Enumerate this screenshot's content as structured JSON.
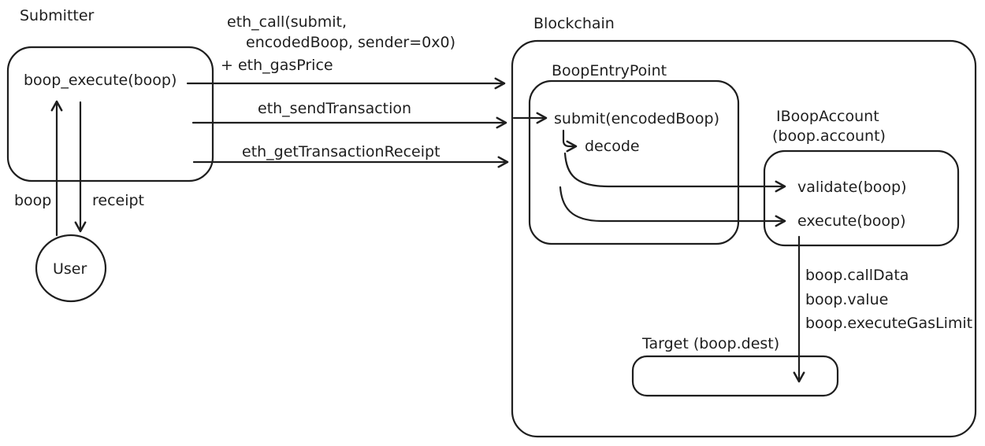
{
  "colors": {
    "ink": "#1e1e1e",
    "background": "#ffffff"
  },
  "nodes": {
    "submitter": {
      "title": "Submitter",
      "method": "boop_execute(boop)"
    },
    "user": {
      "label": "User"
    },
    "blockchain": {
      "title": "Blockchain"
    },
    "entrypoint": {
      "title": "BoopEntryPoint",
      "method": "submit(encodedBoop)",
      "decode": "decode"
    },
    "account": {
      "title": "IBoopAccount",
      "subtitle": "(boop.account)",
      "validate": "validate(boop)",
      "execute": "execute(boop)"
    },
    "target": {
      "title": "Target (boop.dest)"
    }
  },
  "edges": {
    "eth_call": {
      "line1": "eth_call(submit,",
      "line2": "encodedBoop, sender=0x0)",
      "line3": "+ eth_gasPrice"
    },
    "eth_send": "eth_sendTransaction",
    "eth_receipt": "eth_getTransactionReceipt",
    "boop": "boop",
    "receipt": "receipt",
    "execute_labels": [
      "boop.callData",
      "boop.value",
      "boop.executeGasLimit"
    ]
  }
}
